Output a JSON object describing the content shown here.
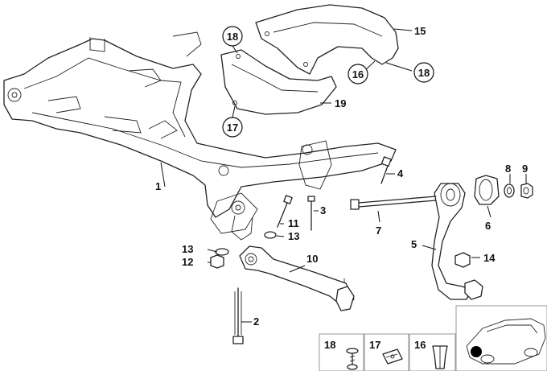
{
  "labels": {
    "p1": "1",
    "p2": "2",
    "p3": "3",
    "p4": "4",
    "p5": "5",
    "p6": "6",
    "p7": "7",
    "p8": "8",
    "p9": "9",
    "p10": "10",
    "p11": "11",
    "p12": "12",
    "p13a": "13",
    "p13b": "13",
    "p14": "14",
    "p15": "15",
    "p16": "16",
    "p17": "17",
    "p18a": "18",
    "p18b": "18",
    "p19": "19"
  },
  "legend": {
    "item1": "18",
    "item2": "17",
    "item3": "16"
  }
}
